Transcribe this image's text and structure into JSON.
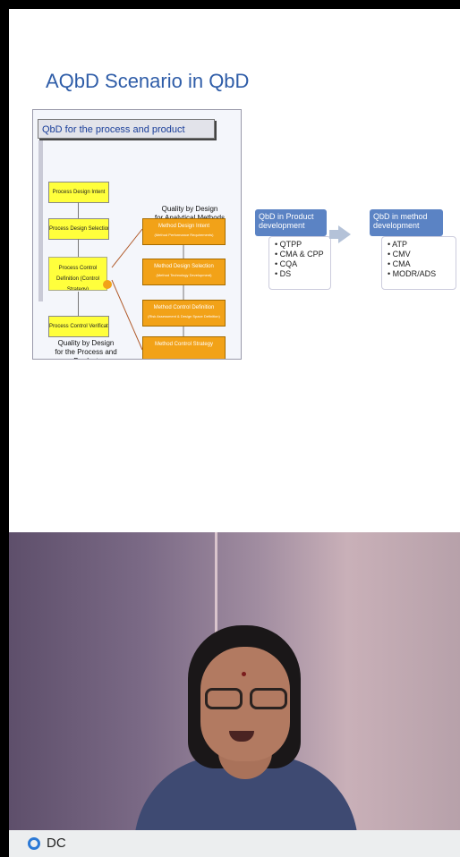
{
  "slide": {
    "title": "AQbD Scenario in QbD",
    "diagram": {
      "header": "QbD for the process and product",
      "process_steps": [
        "Process Design Intent",
        "Process Design Selection",
        "Process Control Definition (Control Strategy)",
        "Process Control Verification"
      ],
      "process_caption_line1": "Quality by Design",
      "process_caption_line2": "for the Process and Product",
      "method_caption_line1": "Quality by Design",
      "method_caption_line2": "for Analytical Methods",
      "method_steps": [
        {
          "title": "Method Design Intent",
          "sub": "(Method Performance Requirements)"
        },
        {
          "title": "Method Design Selection",
          "sub": "(Method Technology Development)"
        },
        {
          "title": "Method Control Definition",
          "sub": "(Risk Assessment & Design Space Definition)"
        },
        {
          "title": "Method Control Strategy",
          "sub": ""
        }
      ]
    },
    "product_box": {
      "title": "QbD in Product development",
      "items": [
        "QTPP",
        "CMA & CPP",
        "CQA",
        "DS"
      ]
    },
    "method_box": {
      "title": "QbD in method development",
      "items": [
        "ATP",
        "CMV",
        "CMA",
        "MODR/ADS"
      ]
    }
  },
  "footer": {
    "label": "DC",
    "icon": "circle-logo-icon",
    "accent": "#2b79d6"
  }
}
